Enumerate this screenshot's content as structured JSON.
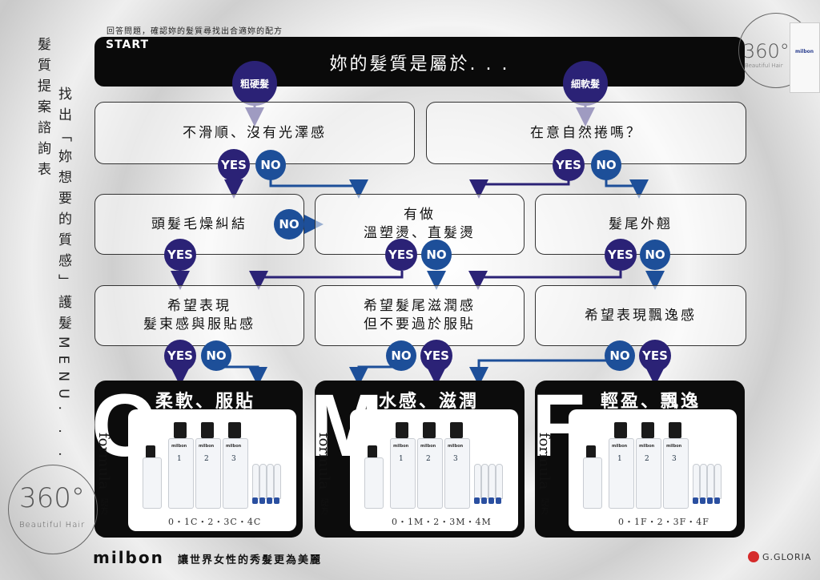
{
  "intro": "回答問題，確認妳的髮質尋找出合適妳的配方",
  "start": "START",
  "main_question": "妳的髮質是屬於. . .",
  "side_title_1": "髮質提案諮詢表",
  "side_title_2": "找出「妳想要的質感」護髮MENU. . .",
  "categories": {
    "coarse": "粗硬髮",
    "fine": "細軟髮"
  },
  "questions": {
    "q1": "不滑順、沒有光澤感",
    "q2": "在意自然捲嗎？",
    "q3": "頭髮毛燥糾結",
    "q4": "有做\n溫塑燙、直髮燙",
    "q5": "髮尾外翹",
    "q6": "希望表現\n髮束感與服貼感",
    "q7": "希望髮尾滋潤感\n但不要過於服貼",
    "q8": "希望表現飄逸感"
  },
  "labels": {
    "yes": "YES",
    "no": "NO"
  },
  "results": [
    {
      "letter": "C",
      "title": "柔軟、服貼",
      "codes": "0・1C・2・3C・4C",
      "bottle_nums": [
        "1",
        "2",
        "3"
      ]
    },
    {
      "letter": "M",
      "title": "水感、滋潤",
      "codes": "0・1M・2・3M・4M",
      "bottle_nums": [
        "1",
        "2",
        "3"
      ]
    },
    {
      "letter": "F",
      "title": "輕盈、飄逸",
      "codes": "0・1F・2・3F・4F",
      "bottle_nums": [
        "1",
        "2",
        "3"
      ]
    }
  ],
  "formula": "formula",
  "peifang": "配方",
  "brand": {
    "milbon": "milbon",
    "slogan": "讓世界女性的秀髮更為美麗",
    "gloria": "G.GLORIA",
    "bottle_brand": "milbon"
  },
  "logo360": {
    "number": "360°",
    "sub": "Beautiful Hair"
  },
  "colors": {
    "purple": "#2b2276",
    "blue": "#1d4f99",
    "black": "#0a0a0a"
  }
}
